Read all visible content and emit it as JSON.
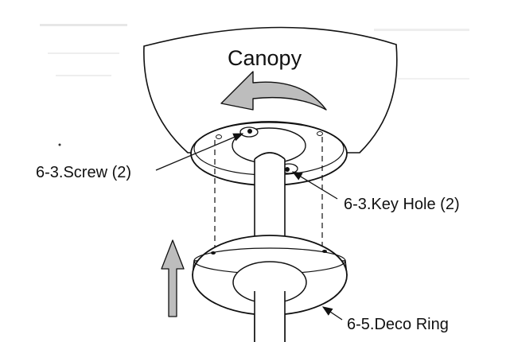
{
  "labels": {
    "canopy": "Canopy",
    "screw": "6-3.Screw (2)",
    "key_hole": "6-3.Key Hole (2)",
    "deco_ring": "6-5.Deco Ring"
  },
  "colors": {
    "line": "#111111",
    "arrow_fill": "#bdbdbd",
    "background": "#ffffff"
  }
}
